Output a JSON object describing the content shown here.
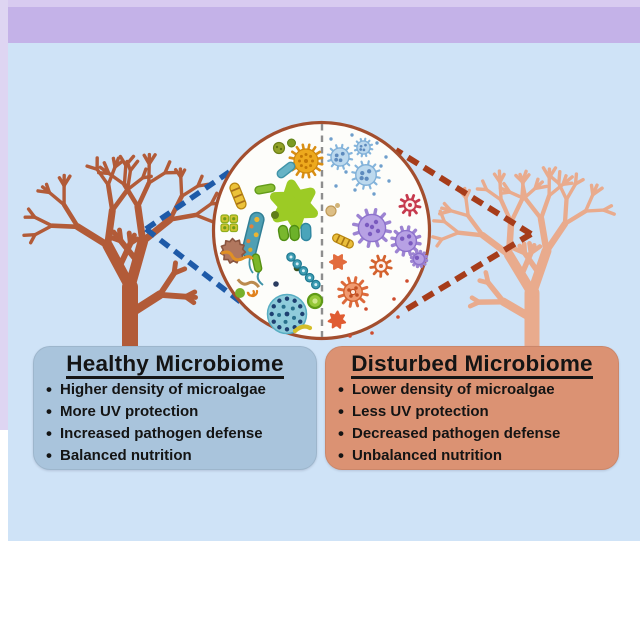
{
  "banner": {
    "color": "#c4b2e8"
  },
  "canvas": {
    "background": "#cfe3f7"
  },
  "diagram": {
    "healthy_coral": {
      "name": "healthy coral",
      "color": "#b25b38"
    },
    "disturbed_coral": {
      "name": "bleached coral",
      "color": "#e9ab8d"
    },
    "circle": {
      "fill": "#fdfdfa",
      "border": "#a34e2e",
      "divider": "#8e8e8e"
    },
    "connectors": {
      "healthy": "#1e5aa8",
      "disturbed": "#a63c1a"
    }
  },
  "healthy_box": {
    "title": "Healthy Microbiome",
    "background": "#a9c4dc",
    "bullets": [
      "Higher density of microalgae",
      "More UV protection",
      "Increased pathogen defense",
      "Balanced nutrition"
    ]
  },
  "disturbed_box": {
    "title": "Disturbed Microbiome",
    "background": "#db9273",
    "bullets": [
      "Lower density of microalgae",
      "Less UV protection",
      "Decreased pathogen defense",
      "Unbalanced nutrition"
    ]
  }
}
